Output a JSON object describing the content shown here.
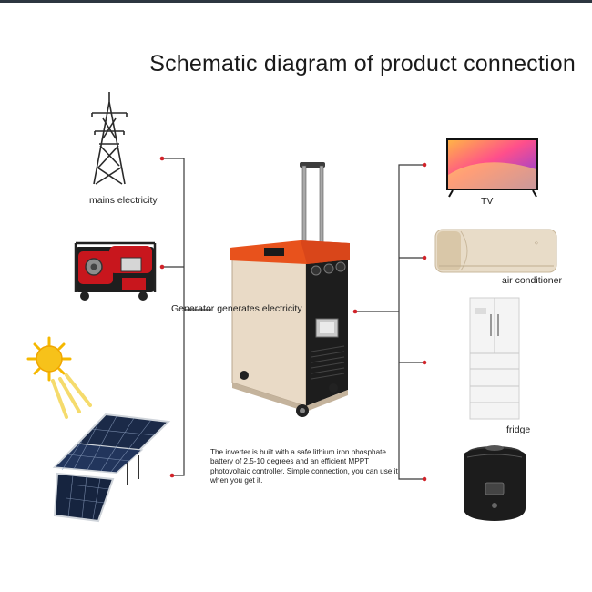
{
  "title": "Schematic diagram of product connection",
  "sources": [
    {
      "label": "mains electricity",
      "icon": "power-tower-icon"
    },
    {
      "label": "",
      "icon": "generator-icon"
    },
    {
      "label": "",
      "icon": "solar-panel-icon"
    }
  ],
  "center": {
    "label": "Generator generates electricity",
    "icon": "power-station-trolley-icon",
    "description": "The inverter is built with a safe lithium iron phosphate battery of 2.5-10 degrees and an efficient MPPT photovoltaic controller. Simple connection, you can use it when you get it."
  },
  "loads": [
    {
      "label": "TV",
      "icon": "tv-icon"
    },
    {
      "label": "air conditioner",
      "icon": "air-conditioner-icon"
    },
    {
      "label": "fridge",
      "icon": "fridge-icon"
    },
    {
      "label": "",
      "icon": "rice-cooker-icon"
    }
  ],
  "colors": {
    "connector_dot": "#d2232a",
    "line": "#3a3a3a",
    "cabinet_orange": "#e8521c",
    "cabinet_body": "#e9dac6",
    "sun": "#f5b800"
  }
}
